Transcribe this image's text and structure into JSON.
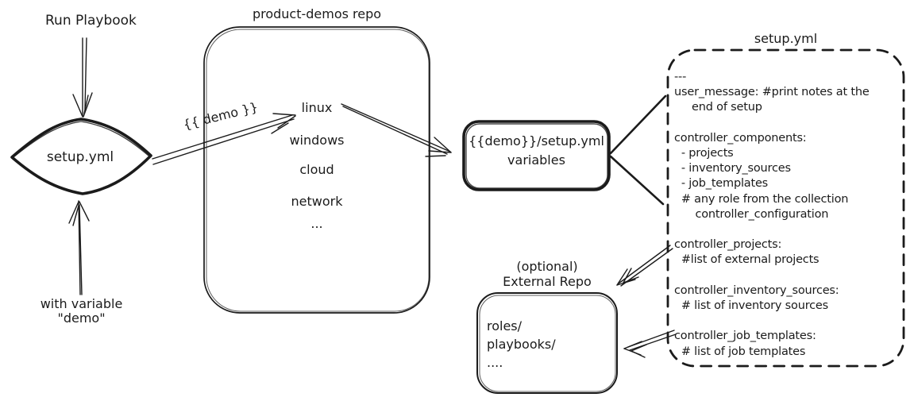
{
  "colors": {
    "ink": "#1b1b1b",
    "background": "#ffffff"
  },
  "left_flow": {
    "run_playbook_label": "Run Playbook",
    "diamond_label": "setup.yml",
    "with_variable_line1": "with variable",
    "with_variable_line2": "\"demo\"",
    "demo_arrow_label": "{{ demo }}"
  },
  "repo": {
    "title": "product-demos repo",
    "items": [
      "linux",
      "windows",
      "cloud",
      "network",
      "..."
    ]
  },
  "variables_box": {
    "line1": "{{demo}}/setup.yml",
    "line2": "variables"
  },
  "external_repo": {
    "label_line1": "(optional)",
    "label_line2": "External Repo",
    "contents": [
      "roles/",
      "playbooks/",
      "...."
    ]
  },
  "setup_file": {
    "title": "setup.yml",
    "lines": [
      "---",
      "user_message: #print notes at the",
      "     end of setup",
      "",
      "controller_components:",
      "  - projects",
      "  - inventory_sources",
      "  - job_templates",
      "  # any role from the collection",
      "      controller_configuration",
      "",
      "controller_projects:",
      "  #list of external projects",
      "",
      "controller_inventory_sources:",
      "  # list of inventory sources",
      "",
      "controller_job_templates:",
      "  # list of job templates"
    ]
  }
}
